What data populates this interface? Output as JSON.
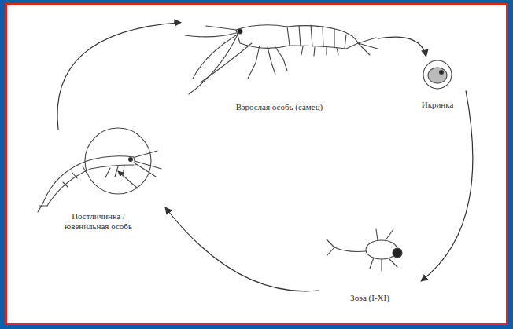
{
  "diagram": {
    "nodes": [
      {
        "text": [
          "Взрослая особь (самец)"
        ]
      },
      {
        "text": [
          "Икринка"
        ]
      },
      {
        "text": [
          "Зоэа (I-XI)"
        ]
      },
      {
        "text": [
          "Постличинка / ювенильная особь"
        ]
      }
    ],
    "edges": [
      {
        "from": 0,
        "to": 1,
        "arrow": "to"
      },
      {
        "from": 1,
        "to": 2,
        "arrow": "to"
      },
      {
        "from": 2,
        "to": 3,
        "arrow": "to"
      },
      {
        "from": 3,
        "to": 0,
        "arrow": "to"
      }
    ]
  }
}
